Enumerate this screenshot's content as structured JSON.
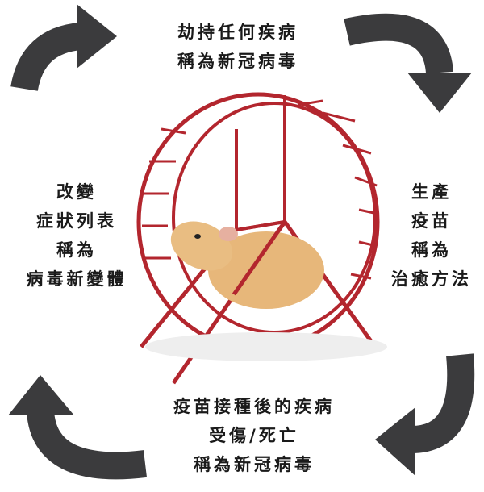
{
  "title": "Hamster wheel cycle",
  "colors": {
    "arrow": "#3b3b3d",
    "wheel": "#b3262e",
    "hamster": "#e7b77a"
  },
  "labels": {
    "top": [
      "劫持任何疾病",
      "稱為新冠病毒"
    ],
    "right": [
      "生產",
      "疫苗",
      "稱為",
      "治癒方法"
    ],
    "bottom": [
      "疫苗接種後的疾病",
      "受傷/死亡",
      "稱為新冠病毒"
    ],
    "left": [
      "改變",
      "症狀列表",
      "稱為",
      "病毒新變體"
    ]
  }
}
